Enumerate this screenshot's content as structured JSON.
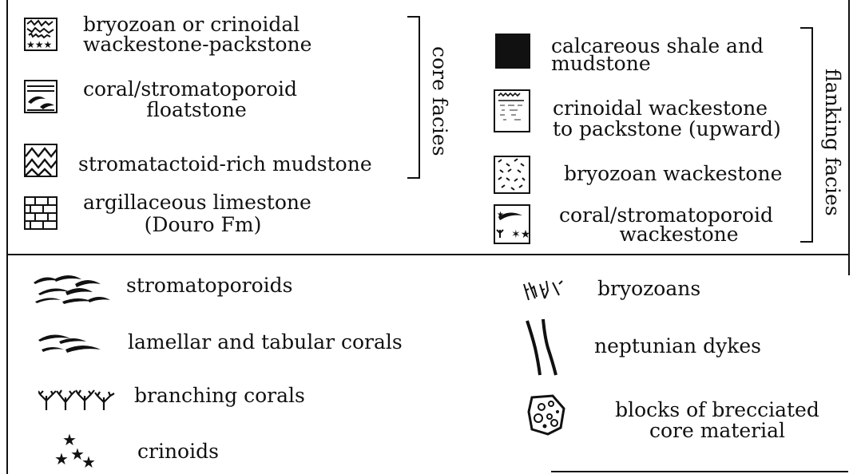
{
  "core_facies": {
    "label": "core facies",
    "items": [
      {
        "lines": [
          "bryozoan or crinoidal",
          "wackestone-packstone"
        ],
        "pattern": "bryozoan-crinoidal"
      },
      {
        "lines": [
          "coral/stromatoporoid",
          "floatstone"
        ],
        "pattern": "coral-floatstone"
      },
      {
        "lines": [
          "stromatactoid-rich mudstone"
        ],
        "pattern": "stromatactoid"
      }
    ]
  },
  "host_unit": {
    "lines": [
      "argillaceous limestone",
      "(Douro Fm)"
    ],
    "pattern": "brick-limestone"
  },
  "flanking_facies": {
    "label": "flanking facies",
    "items": [
      {
        "lines": [
          "calcareous shale and",
          "mudstone"
        ],
        "pattern": "solid-black"
      },
      {
        "lines": [
          "crinoidal wackestone",
          "to packstone (upward)"
        ],
        "pattern": "crinoidal-upward"
      },
      {
        "lines": [
          "bryozoan wackestone"
        ],
        "pattern": "dashes"
      },
      {
        "lines": [
          "coral/stromatoporoid",
          "wackestone"
        ],
        "pattern": "coral-wackestone"
      }
    ]
  },
  "symbols_left": [
    {
      "label": "stromatoporoids",
      "icon": "stromatoporoids-icon"
    },
    {
      "label": "lamellar and tabular corals",
      "icon": "lamellar-corals-icon"
    },
    {
      "label": "branching corals",
      "icon": "branching-corals-icon"
    },
    {
      "label": "crinoids",
      "icon": "crinoids-icon"
    }
  ],
  "symbols_right": [
    {
      "label": "bryozoans",
      "icon": "bryozoans-icon"
    },
    {
      "label": "neptunian dykes",
      "icon": "neptunian-dykes-icon"
    },
    {
      "label": "blocks of brecciated core material",
      "lines": [
        "blocks of brecciated",
        "core material"
      ],
      "icon": "breccia-block-icon"
    }
  ]
}
